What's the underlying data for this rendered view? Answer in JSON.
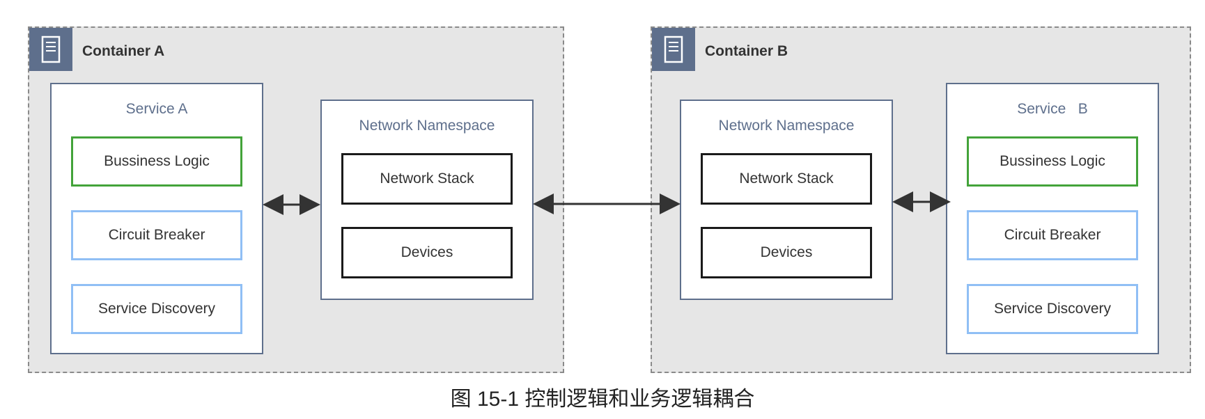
{
  "containers": [
    {
      "title": "Container A",
      "icon": "server-icon",
      "service": {
        "title": "Service A",
        "items": [
          "Bussiness Logic",
          "Circuit Breaker",
          "Service Discovery"
        ]
      },
      "namespace": {
        "title": "Network Namespace",
        "items": [
          "Network Stack",
          "Devices"
        ]
      }
    },
    {
      "title": "Container B",
      "icon": "server-icon",
      "service": {
        "title": "Service   B",
        "items": [
          "Bussiness Logic",
          "Circuit Breaker",
          "Service Discovery"
        ]
      },
      "namespace": {
        "title": "Network Namespace",
        "items": [
          "Network Stack",
          "Devices"
        ]
      }
    }
  ],
  "caption": "图 15-1 控制逻辑和业务逻辑耦合",
  "colors": {
    "container_bg": "#e6e6e6",
    "panel_border": "#5e6f8c",
    "business_logic_border": "#43a33a",
    "support_border": "#90bff5",
    "namespace_item_border": "#1a1a1a"
  }
}
